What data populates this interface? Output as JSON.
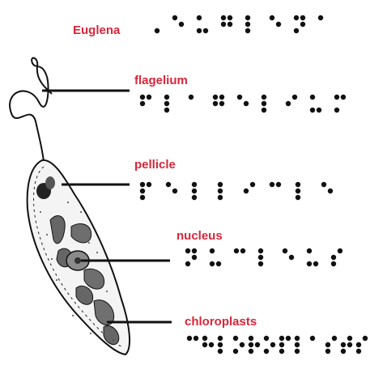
{
  "labels": {
    "title": "Euglena",
    "flagellum": "flagelium",
    "pellicle": "pellicle",
    "nucleus": "nucleus",
    "chloroplasts": "chloroplasts"
  },
  "colors": {
    "label": "#d8263a",
    "ink": "#111111"
  },
  "braille_rows": [
    {
      "name": "braille-euglena",
      "cells": [
        "⠠",
        "⠑",
        "⠥",
        "⠛",
        "⠇",
        "⠑",
        "⠝",
        "⠁"
      ]
    },
    {
      "name": "braille-flagellum",
      "cells": [
        "⠋",
        "⠇",
        "⠁",
        "⠛",
        "⠑",
        "⠇",
        "⠊",
        "⠥",
        "⠍"
      ]
    },
    {
      "name": "braille-pellicle",
      "cells": [
        "⠏",
        "⠑",
        "⠇",
        "⠇",
        "⠊",
        "⠉",
        "⠇",
        "⠑"
      ]
    },
    {
      "name": "braille-nucleus",
      "cells": [
        "⠝",
        "⠥",
        "⠉",
        "⠇",
        "⠑",
        "⠥",
        "⠎"
      ]
    },
    {
      "name": "braille-chloroplasts",
      "cells": [
        "⠉",
        "⠓",
        "⠇",
        "⠕",
        "⠗",
        "⠕",
        "⠏",
        "⠇",
        "⠁",
        "⠎",
        "⠞",
        "⠎"
      ]
    }
  ]
}
